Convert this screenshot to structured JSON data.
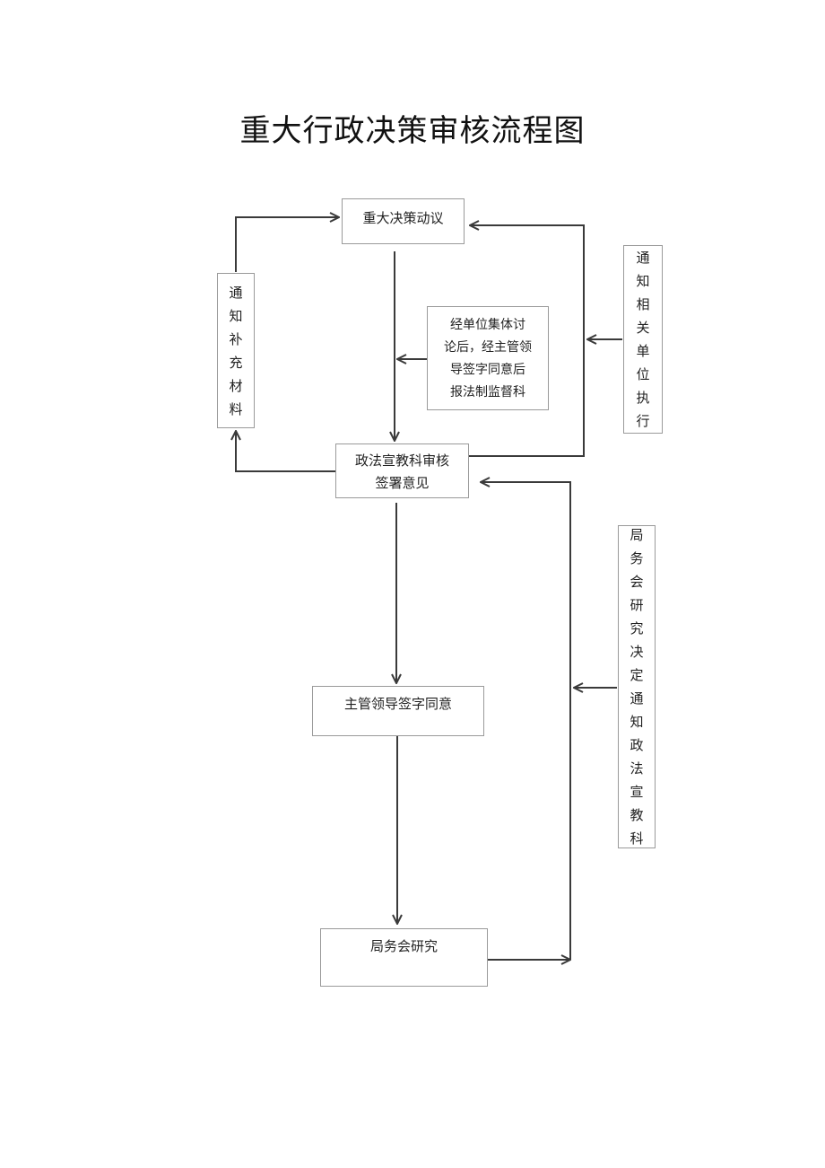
{
  "title": "重大行政决策审核流程图",
  "nodes": {
    "proposal": "重大决策动议",
    "review_line1": "政法宣教科审核",
    "review_line2": "签署意见",
    "leader": "主管领导签字同意",
    "meeting": "局务会研究",
    "discussion_lines": [
      "经单位集体讨",
      "论后，经主管领",
      "导签字同意后",
      "报法制监督科"
    ],
    "supplement": [
      "通",
      "知",
      "补",
      "充",
      "材",
      "料"
    ],
    "execute": [
      "通",
      "知",
      "相",
      "关",
      "单",
      "位",
      "执",
      "行"
    ],
    "decision": [
      "局",
      "务",
      "会",
      "研",
      "究",
      "决",
      "定",
      "通",
      "知",
      "政",
      "法",
      "宣",
      "教",
      "科"
    ]
  }
}
